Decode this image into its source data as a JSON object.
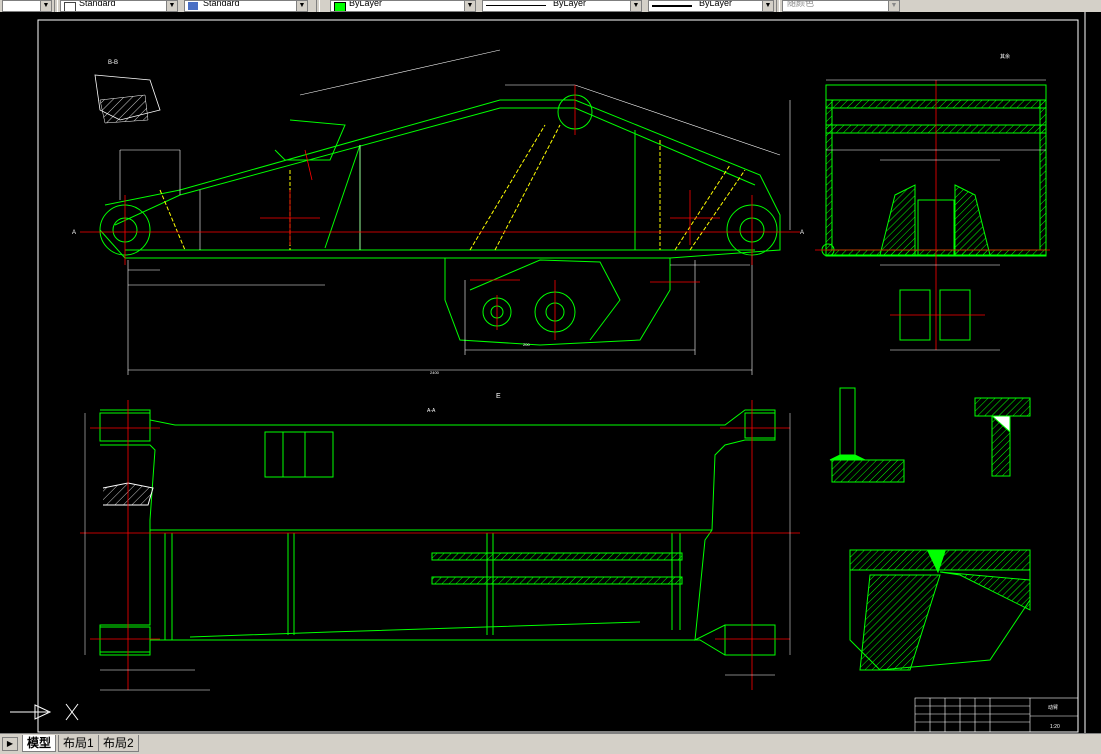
{
  "toolbar": {
    "text_style": "Standard",
    "dim_style": "Standard",
    "layer_color": "ByLayer",
    "linetype": "ByLayer",
    "lineweight": "ByLayer",
    "plot_style": "随颜色"
  },
  "tabs": [
    {
      "label": "模型",
      "active": true
    },
    {
      "label": "布局1",
      "active": false
    },
    {
      "label": "布局2",
      "active": false
    }
  ],
  "drawing": {
    "section_bb": "B-B",
    "section_aa": "A-A",
    "view_e": "E",
    "label_a_left": "A",
    "label_a_right": "A",
    "roughness": "其余",
    "dim_2400": "2400",
    "dim_200": "200",
    "title_cell": "动臂",
    "scale_cell": "1:20"
  },
  "colors": {
    "line": "#00ff00",
    "white": "#ffffff",
    "red": "#ff0000",
    "yellow": "#ffff00"
  }
}
